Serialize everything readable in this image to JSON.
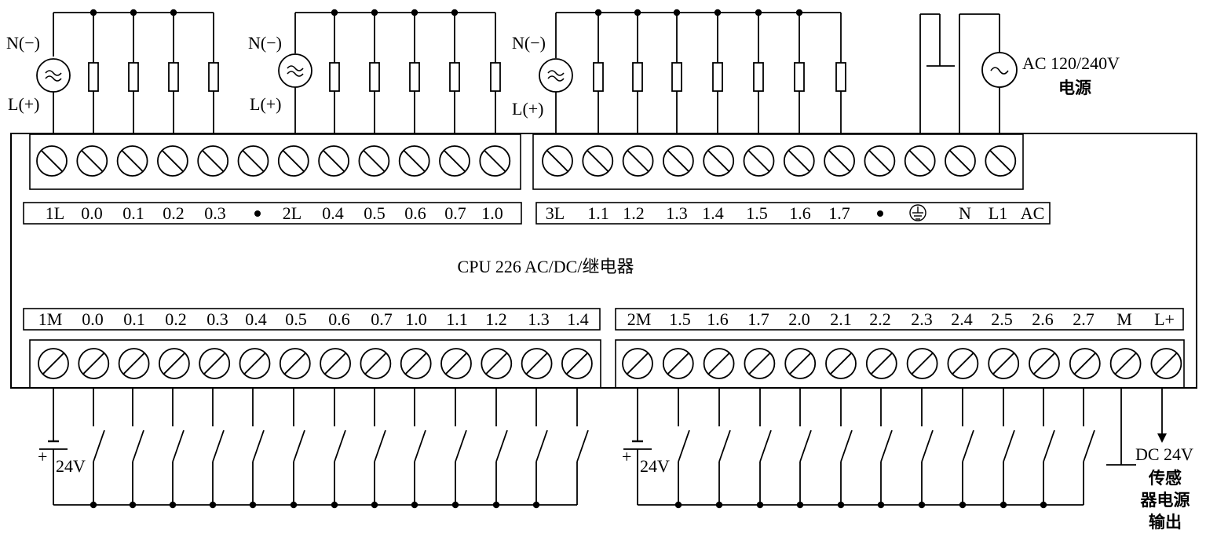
{
  "module": {
    "title": "CPU 226 AC/DC/继电器"
  },
  "output_labels": {
    "left": [
      "1L",
      "0.0",
      "0.1",
      "0.2",
      "0.3",
      "•",
      "2L",
      "0.4",
      "0.5",
      "0.6",
      "0.7",
      "1.0"
    ],
    "right": [
      "3L",
      "1.1",
      "1.2",
      "1.3",
      "1.4",
      "1.5",
      "1.6",
      "1.7",
      "•",
      "ground-symbol",
      "N",
      "L1",
      "AC"
    ]
  },
  "input_labels": {
    "left": [
      "1M",
      "0.0",
      "0.1",
      "0.2",
      "0.3",
      "0.4",
      "0.5",
      "0.6",
      "0.7",
      "1.0",
      "1.1",
      "1.2",
      "1.3",
      "1.4"
    ],
    "right": [
      "2M",
      "1.5",
      "1.6",
      "1.7",
      "2.0",
      "2.1",
      "2.2",
      "2.3",
      "2.4",
      "2.5",
      "2.6",
      "2.7",
      "M",
      "L+"
    ]
  },
  "load_sources": {
    "neg": "N(−)",
    "pos": "L(+)"
  },
  "power_supply": {
    "line1": "AC 120/240V",
    "line2": "电源"
  },
  "dc_supply": {
    "voltage": "24V",
    "plus": "+"
  },
  "sensor_output": {
    "line1": "DC 24V",
    "line2": "传感",
    "line3": "器电源",
    "line4": "输出"
  },
  "icons": {
    "terminal": "terminal-screw-icon",
    "ac_source": "ac-source-icon",
    "load": "load-resistor-icon",
    "switch": "switch-contact-icon",
    "battery": "battery-icon",
    "ground": "ground-icon"
  }
}
